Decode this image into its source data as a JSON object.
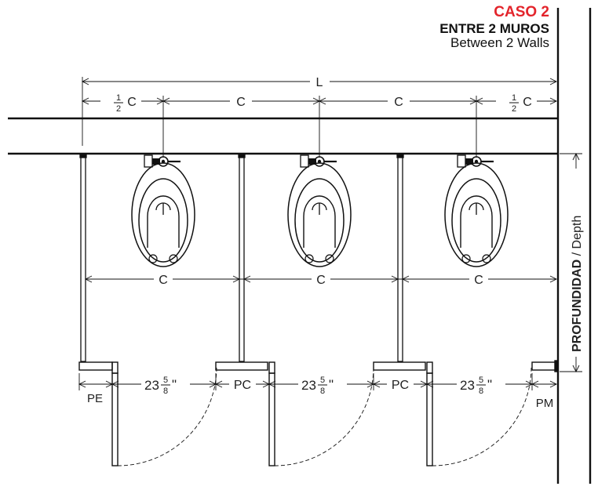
{
  "title": {
    "case": "CASO 2",
    "spanish": "ENTRE 2 MUROS",
    "english": "Between 2 Walls"
  },
  "dimensions": {
    "overall": "L",
    "half_fraction_num": "1",
    "half_fraction_den": "2",
    "center": "C",
    "depth_bold": "PROFUNDIDAD",
    "depth_rest": " / Depth",
    "door_whole": "23",
    "door_frac_num": "5",
    "door_frac_den": "8",
    "door_unit": "\"",
    "pilaster_end": "PE",
    "pilaster_center": "PC",
    "pilaster_wall": "PM"
  },
  "colors": {
    "accent": "#e3242b",
    "line": "#111111"
  }
}
